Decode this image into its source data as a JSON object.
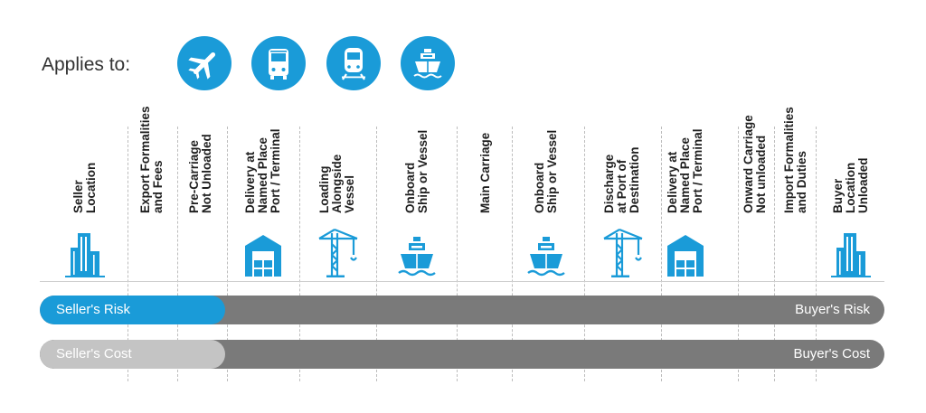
{
  "applies_label": "Applies to:",
  "colors": {
    "accent": "#1a9bd8",
    "buyer": "#7a7a7a",
    "seller_cost": "#c4c4c4",
    "line": "#bdbdbd"
  },
  "transport_modes": [
    {
      "icon": "airplane-icon"
    },
    {
      "icon": "bus-icon"
    },
    {
      "icon": "train-icon"
    },
    {
      "icon": "ship-icon"
    }
  ],
  "stages": [
    {
      "label": "Seller\nLocation",
      "icon": "building-icon"
    },
    {
      "label": "Export Formalities\nand Fees",
      "icon": ""
    },
    {
      "label": "Pre-Carriage\nNot Unloaded",
      "icon": ""
    },
    {
      "label": "Delivery at\nNamed Place\nPort / Terminal",
      "icon": "warehouse-icon"
    },
    {
      "label": "Loading\nAlongside\nVessel",
      "icon": "crane-icon"
    },
    {
      "label": "Onboard\nShip or Vessel",
      "icon": "ship-icon"
    },
    {
      "label": "Main Carriage",
      "icon": ""
    },
    {
      "label": "Onboard\nShip or Vessel",
      "icon": "ship-icon"
    },
    {
      "label": "Discharge\nat Port of\nDestination",
      "icon": "crane-icon"
    },
    {
      "label": "Delivery at\nNamed Place\nPort / Terminal",
      "icon": "warehouse-icon"
    },
    {
      "label": "Onward Carriage\nNot unloaded",
      "icon": ""
    },
    {
      "label": "Import Formalities\nand Duties",
      "icon": ""
    },
    {
      "label": "Buyer\nLocation\nUnloaded",
      "icon": "building-icon"
    }
  ],
  "bars": {
    "risk": {
      "seller_label": "Seller's Risk",
      "buyer_label": "Buyer's Risk",
      "seller_share": 0.22
    },
    "cost": {
      "seller_label": "Seller's Cost",
      "buyer_label": "Buyer's Cost",
      "seller_share": 0.22
    }
  }
}
